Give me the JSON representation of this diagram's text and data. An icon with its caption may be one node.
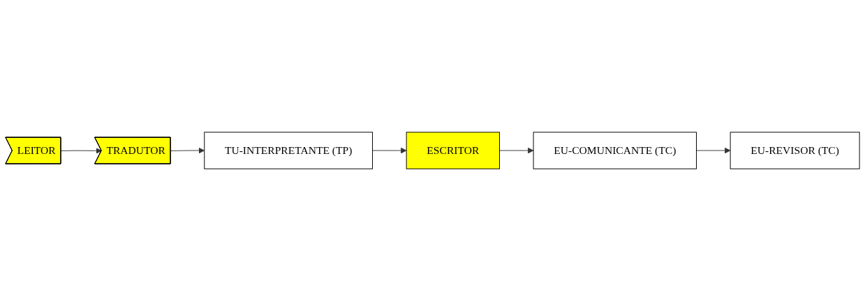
{
  "diagram": {
    "nodes": [
      {
        "text": [
          "LEITOR"
        ]
      },
      {
        "text": [
          "TRADUTOR"
        ]
      },
      {
        "text": [
          "TU-INTERPRETANTE (TP)"
        ]
      },
      {
        "text": [
          "ESCRITOR"
        ]
      },
      {
        "text": [
          "EU-COMUNICANTE (TC)"
        ]
      },
      {
        "text": [
          "EU-REVISOR (TC)"
        ]
      }
    ],
    "edges": [
      {
        "from": 0,
        "to": 1,
        "arrow": "to"
      },
      {
        "from": 1,
        "to": 2,
        "arrow": "to"
      },
      {
        "from": 2,
        "to": 3,
        "arrow": "to"
      },
      {
        "from": 3,
        "to": 4,
        "arrow": "to"
      },
      {
        "from": 4,
        "to": 5,
        "arrow": "to"
      }
    ]
  }
}
